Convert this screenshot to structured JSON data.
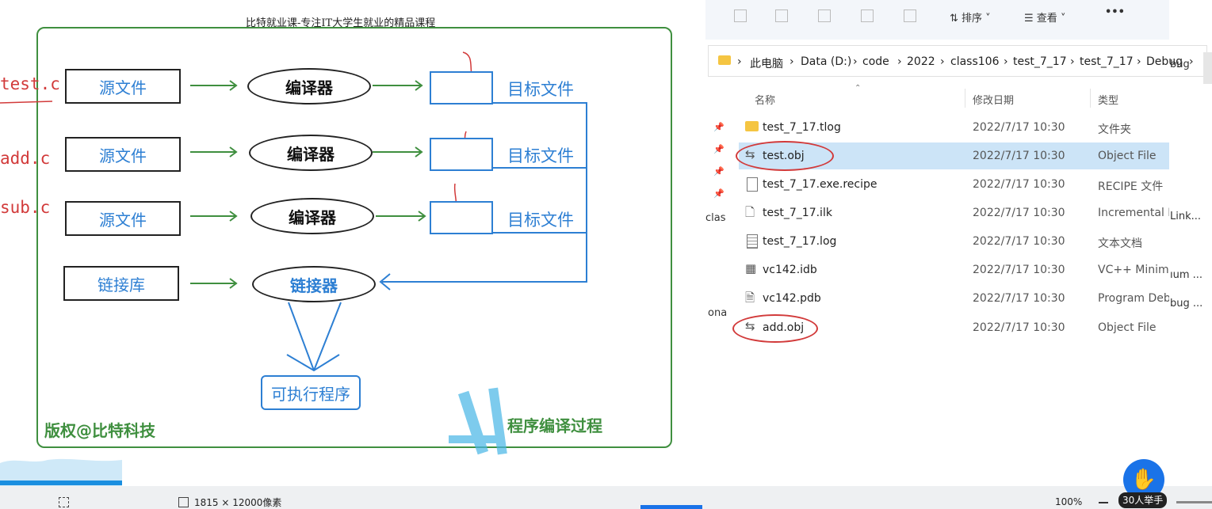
{
  "diagram": {
    "top_caption": "比特就业课-专注IT大学生就业的精品课程",
    "rows": [
      {
        "file_label": "test.c",
        "source": "源文件",
        "compiler": "编译器",
        "target": "目标文件"
      },
      {
        "file_label": "add.c",
        "source": "源文件",
        "compiler": "编译器",
        "target": "目标文件"
      },
      {
        "file_label": "sub.c",
        "source": "源文件",
        "compiler": "编译器",
        "target": "目标文件"
      }
    ],
    "library": "链接库",
    "linker": "链接器",
    "executable": "可执行程序",
    "copyright": "版权@比特科技",
    "process_title": "程序编译过程"
  },
  "explorer": {
    "toolbar": {
      "sort_label": "排序",
      "view_label": "查看",
      "more_label": "•••"
    },
    "breadcrumb": [
      "此电脑",
      "Data (D:)",
      "code",
      "2022",
      "class106",
      "test_7_17",
      "test_7_17",
      "Debug"
    ],
    "columns": {
      "name": "名称",
      "date": "修改日期",
      "type": "类型"
    },
    "files": [
      {
        "name": "test_7_17.tlog",
        "date": "2022/7/17 10:30",
        "type": "文件夹",
        "icon": "folder-icon"
      },
      {
        "name": "test.obj",
        "date": "2022/7/17 10:30",
        "type": "Object File",
        "icon": "obj-file-icon"
      },
      {
        "name": "test_7_17.exe.recipe",
        "date": "2022/7/17 10:30",
        "type": "RECIPE 文件",
        "icon": "file-icon"
      },
      {
        "name": "test_7_17.ilk",
        "date": "2022/7/17 10:30",
        "type": "Incremental Linker",
        "icon": "ilk-file-icon"
      },
      {
        "name": "test_7_17.log",
        "date": "2022/7/17 10:30",
        "type": "文本文档",
        "icon": "text-file-icon"
      },
      {
        "name": "vc142.idb",
        "date": "2022/7/17 10:30",
        "type": "VC++ Minimum",
        "icon": "idb-file-icon"
      },
      {
        "name": "vc142.pdb",
        "date": "2022/7/17 10:30",
        "type": "Program Debug",
        "icon": "pdb-file-icon"
      },
      {
        "name": "add.obj",
        "date": "2022/7/17 10:30",
        "type": "Object File",
        "icon": "obj-file-icon"
      }
    ],
    "overflow_texts": [
      "bug",
      "Link...",
      "ıum ...",
      "bug ..."
    ],
    "sidebar_texts": [
      "clas",
      "ona"
    ]
  },
  "statusbar": {
    "dimensions": "1815 × 12000像素",
    "zoom": "100%",
    "hand_count": "30人举手"
  },
  "colors": {
    "green": "#3f8f3f",
    "blue": "#2d7fd3",
    "red": "#d23a3a",
    "selection": "#cce4f7"
  }
}
